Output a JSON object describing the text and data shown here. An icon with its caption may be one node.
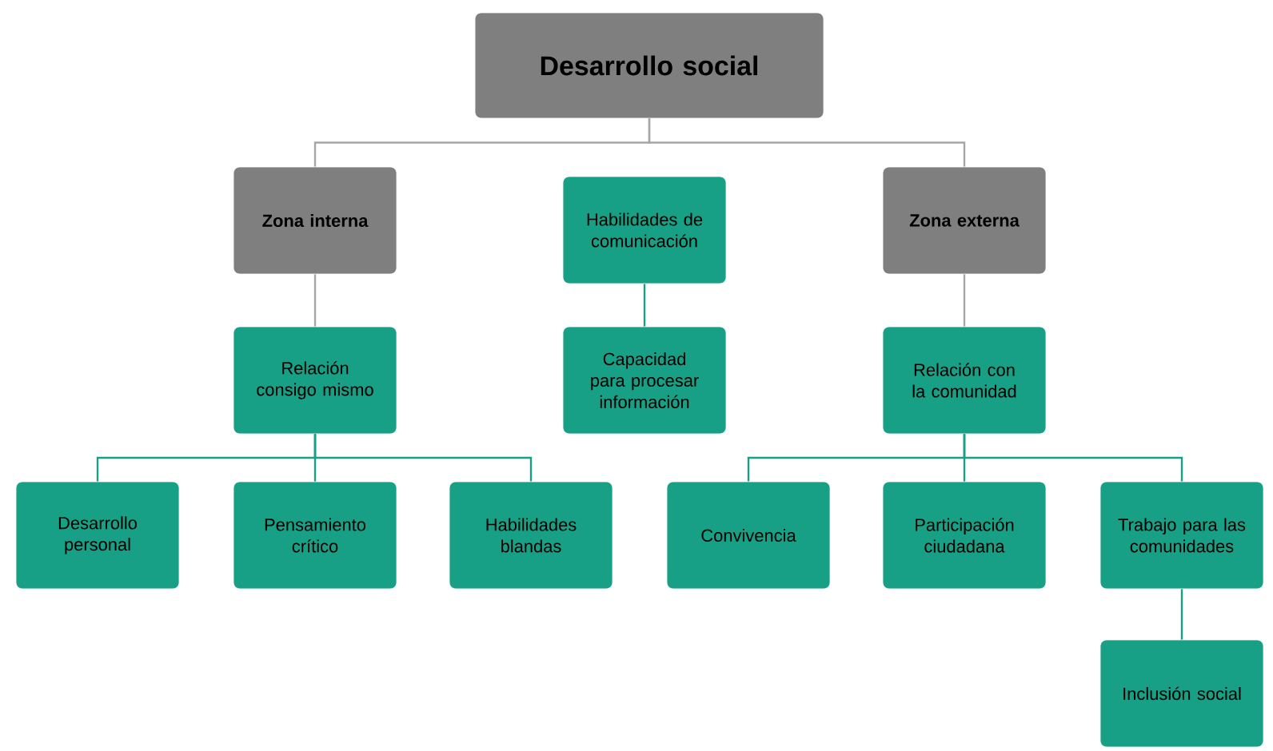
{
  "diagram": {
    "nodes": [
      {
        "text": [
          "Desarrollo social"
        ]
      },
      {
        "text": [
          "Zona interna"
        ]
      },
      {
        "text": [
          "Habilidades de comunicación"
        ]
      },
      {
        "text": [
          "Zona externa"
        ]
      },
      {
        "text": [
          "Relación consigo mismo"
        ]
      },
      {
        "text": [
          "Capacidad para procesar información"
        ]
      },
      {
        "text": [
          "Relación con la comunidad"
        ]
      },
      {
        "text": [
          "Desarrollo personal"
        ]
      },
      {
        "text": [
          "Pensamiento crítico"
        ]
      },
      {
        "text": [
          "Habilidades blandas"
        ]
      },
      {
        "text": [
          "Convivencia"
        ]
      },
      {
        "text": [
          "Participación ciudadana"
        ]
      },
      {
        "text": [
          "Trabajo para las comunidades"
        ]
      },
      {
        "text": [
          "Inclusión social"
        ]
      }
    ],
    "edges": [
      {
        "from": 0,
        "to": 1,
        "arrow": "none",
        "color": "#a6a6a6"
      },
      {
        "from": 0,
        "to": 3,
        "arrow": "none",
        "color": "#a6a6a6"
      },
      {
        "from": 1,
        "to": 4,
        "arrow": "none",
        "color": "#a6a6a6"
      },
      {
        "from": 2,
        "to": 5,
        "arrow": "none"
      },
      {
        "from": 3,
        "to": 6,
        "arrow": "none",
        "color": "#a6a6a6"
      },
      {
        "from": 4,
        "to": 7,
        "arrow": "none"
      },
      {
        "from": 4,
        "to": 8,
        "arrow": "none"
      },
      {
        "from": 4,
        "to": 9,
        "arrow": "none"
      },
      {
        "from": 6,
        "to": 10,
        "arrow": "none"
      },
      {
        "from": 6,
        "to": 11,
        "arrow": "none"
      },
      {
        "from": 6,
        "to": 12,
        "arrow": "none"
      },
      {
        "from": 12,
        "to": 13,
        "arrow": "none"
      }
    ]
  }
}
